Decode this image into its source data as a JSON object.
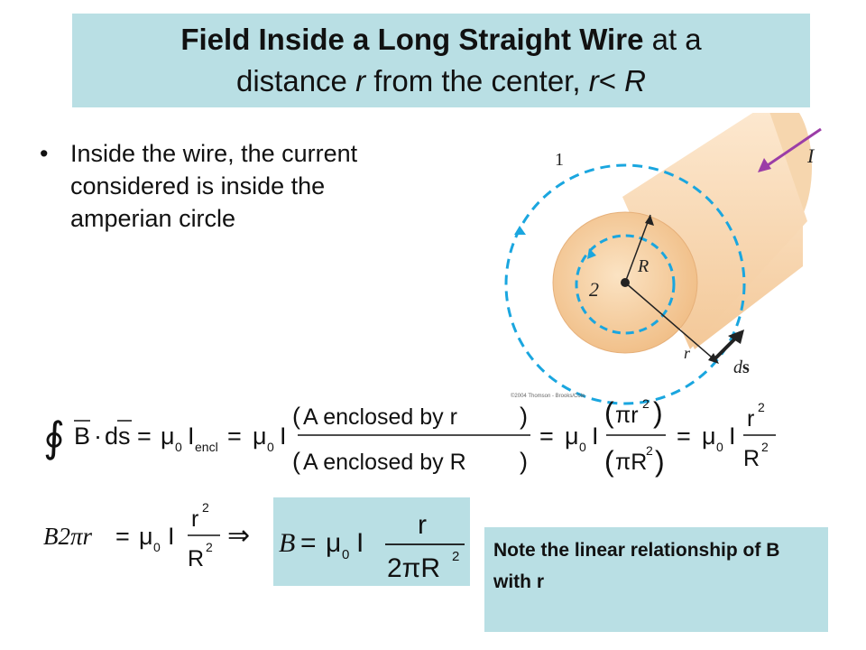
{
  "title": {
    "bold_part": "Field Inside a Long Straight Wire",
    "part2": " at a",
    "part3": "distance ",
    "var_r": "r",
    "part4": " from the center, ",
    "var_r2": "r",
    "part5": "< ",
    "var_R": "R"
  },
  "bullet": {
    "glyph": "•",
    "text": "Inside the wire, the current considered is inside the amperian circle"
  },
  "figure": {
    "label_1": "1",
    "label_2": "2",
    "label_R": "R",
    "label_r": "r",
    "label_I": "I",
    "label_ds_d": "d",
    "label_ds_s": "s",
    "copyright": "©2004 Thomson - Brooks/Cole",
    "colors": {
      "wire": "#f6d2a4",
      "face": "#f0bd85",
      "loop": "#1aa6df",
      "current_arrow": "#9b3da7"
    }
  },
  "equation1": {
    "integral": "∮",
    "B": "B",
    "dot": "·",
    "ds": "ds",
    "eq": "=",
    "mu": "μ",
    "sub0": "0",
    "I": "I",
    "sub_encl": "encl",
    "num_A": "A enclosed by r",
    "den_A": "A enclosed by R",
    "num_pi": "πr",
    "den_pi": "πR",
    "sup2": "2",
    "r": "r",
    "R": "R"
  },
  "equation2": {
    "lhs": "B2πr",
    "eq": "=",
    "mu": "μ",
    "sub0": "0",
    "I": "I",
    "r": "r",
    "R": "R",
    "sup2": "2",
    "implies": "⇒"
  },
  "result": {
    "B": "B",
    "eq": "=",
    "mu": "μ",
    "sub0": "0",
    "I": "I",
    "num": "r",
    "den": "2πR",
    "sup2": "2"
  },
  "note": {
    "text": "Note the linear relationship of B with r"
  }
}
